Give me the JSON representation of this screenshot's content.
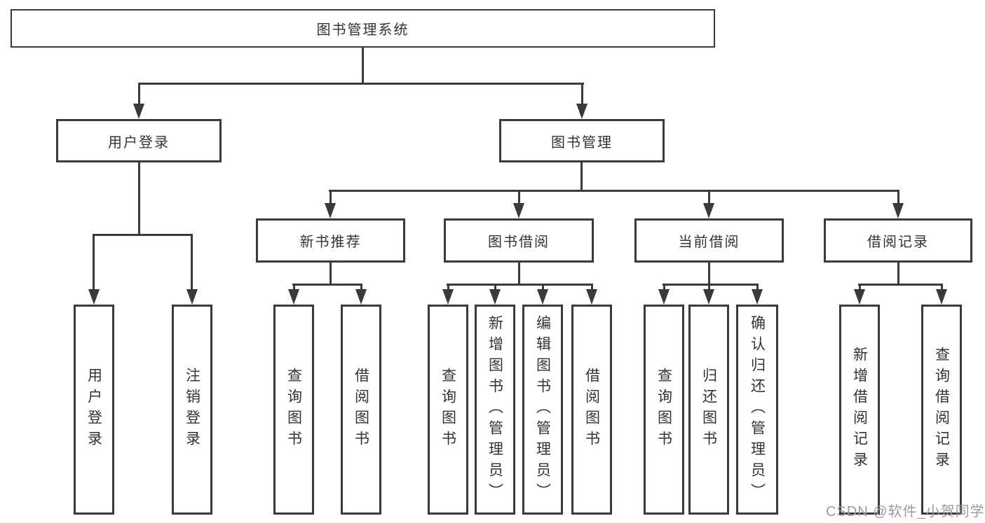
{
  "diagram_type": "hierarchy-tree",
  "colors": {
    "line": "#3a3a3a",
    "box_border": "#3a3a3a",
    "box_background": "#ffffff",
    "text": "#333333",
    "watermark": "#9b9ba1"
  },
  "watermark": "CSDN @软件_小贺同学",
  "tree": {
    "label": "图书管理系统",
    "children": [
      {
        "label": "用户登录",
        "children": [
          {
            "label": "用户登录"
          },
          {
            "label": "注销登录"
          }
        ]
      },
      {
        "label": "图书管理",
        "children": [
          {
            "label": "新书推荐",
            "children": [
              {
                "label": "查询图书"
              },
              {
                "label": "借阅图书"
              }
            ]
          },
          {
            "label": "图书借阅",
            "children": [
              {
                "label": "查询图书"
              },
              {
                "label": "新增图书（管理员）"
              },
              {
                "label": "编辑图书（管理员）"
              },
              {
                "label": "借阅图书"
              }
            ]
          },
          {
            "label": "当前借阅",
            "children": [
              {
                "label": "查询图书"
              },
              {
                "label": "归还图书"
              },
              {
                "label": "确认归还（管理员）"
              }
            ]
          },
          {
            "label": "借阅记录",
            "children": [
              {
                "label": "新增借阅记录"
              },
              {
                "label": "查询借阅记录"
              }
            ]
          }
        ]
      }
    ]
  }
}
